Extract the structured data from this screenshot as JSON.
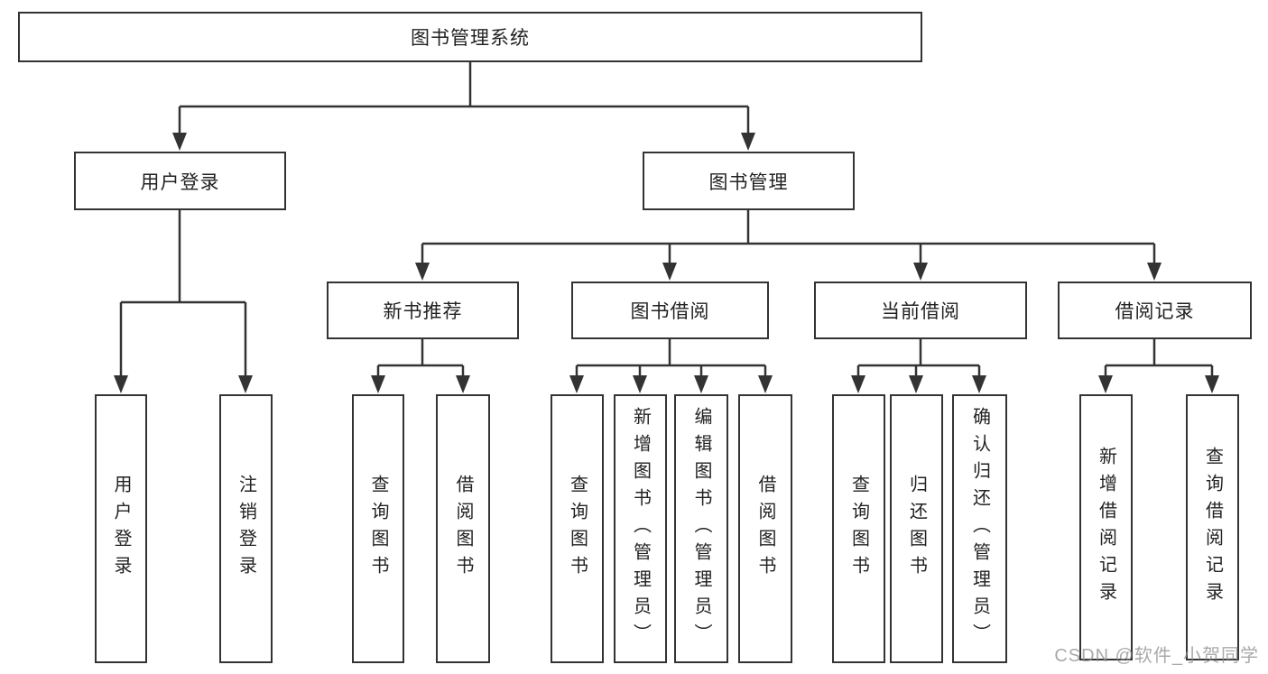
{
  "nodes": {
    "root": {
      "label": "图书管理系统"
    },
    "level2": [
      {
        "label": "用户登录"
      },
      {
        "label": "图书管理"
      }
    ],
    "level3": [
      {
        "label": "新书推荐"
      },
      {
        "label": "图书借阅"
      },
      {
        "label": "当前借阅"
      },
      {
        "label": "借阅记录"
      }
    ],
    "leaves": [
      {
        "label": "用户登录"
      },
      {
        "label": "注销登录"
      },
      {
        "label": "查询图书"
      },
      {
        "label": "借阅图书"
      },
      {
        "label": "查询图书"
      },
      {
        "label": "新增图书（管理员）"
      },
      {
        "label": "编辑图书（管理员）"
      },
      {
        "label": "借阅图书"
      },
      {
        "label": "查询图书"
      },
      {
        "label": "归还图书"
      },
      {
        "label": "确认归还（管理员）"
      },
      {
        "label": "新增借阅记录"
      },
      {
        "label": "查询借阅记录"
      }
    ]
  },
  "watermark": {
    "text": "CSDN @软件_小贺同学"
  },
  "colors": {
    "line": "#333333",
    "box_border": "#333333",
    "text": "#222222",
    "watermark": "#8c8c8c",
    "background": "#ffffff"
  }
}
